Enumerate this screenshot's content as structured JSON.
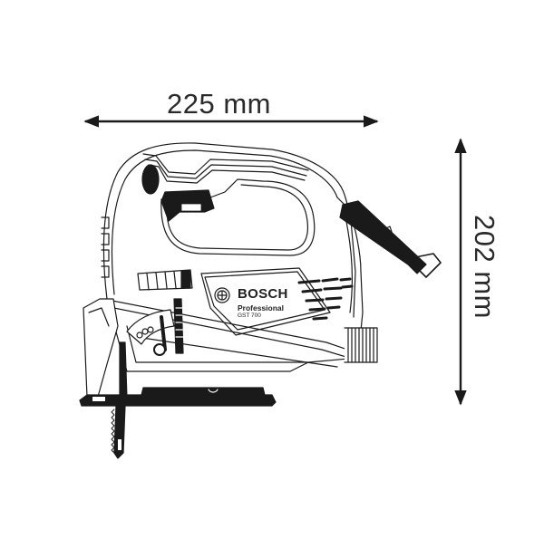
{
  "diagram": {
    "subject": "jigsaw",
    "style": "black line-art technical drawing",
    "dimensions": {
      "width": {
        "label": "225 mm",
        "value": 225,
        "unit": "mm",
        "orientation": "horizontal"
      },
      "height": {
        "label": "202 mm",
        "value": 202,
        "unit": "mm",
        "orientation": "vertical"
      }
    },
    "product_markings": {
      "brand": "BOSCH",
      "line": "Professional",
      "model": "GST 700"
    },
    "colors": {
      "line": "#1a1a1a",
      "fill": "#ffffff",
      "text": "#2a2a2a"
    }
  }
}
